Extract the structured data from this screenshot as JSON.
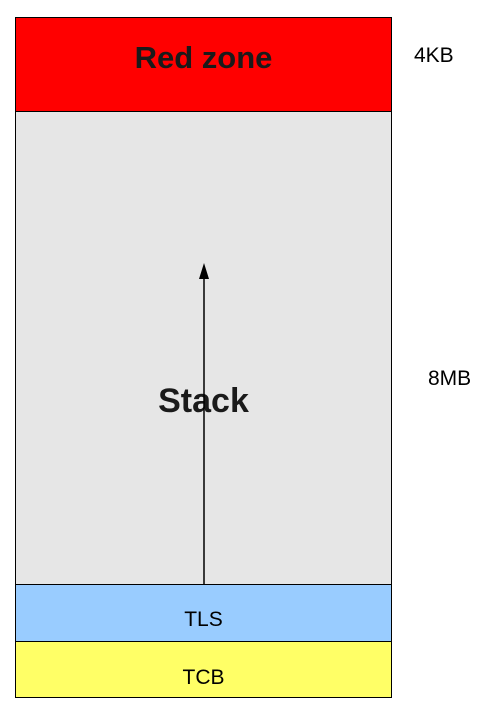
{
  "blocks": {
    "red_zone": {
      "label": "Red zone",
      "color": "#ff0000",
      "size": "4KB"
    },
    "stack": {
      "label": "Stack",
      "color": "#e6e6e6",
      "size": "8MB"
    },
    "tls": {
      "label": "TLS",
      "color": "#99ccff"
    },
    "tcb": {
      "label": "TCB",
      "color": "#ffff66"
    }
  }
}
